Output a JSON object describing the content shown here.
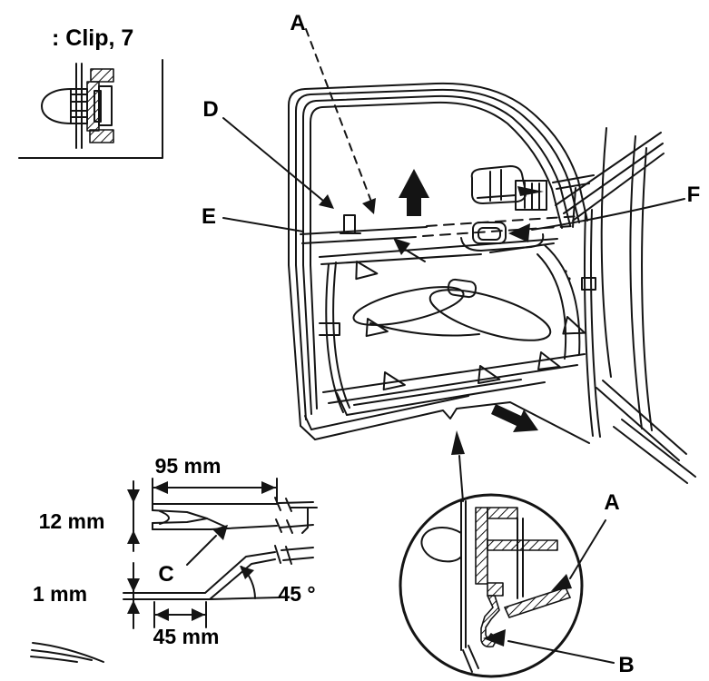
{
  "colors": {
    "background": "#ffffff",
    "line": "#141414",
    "text": "#000000"
  },
  "legend": {
    "icon": "clip-symbol-triangle-icon",
    "label": ": Clip, 7"
  },
  "door_view": {
    "callouts": {
      "a": "A",
      "d": "D",
      "e": "E",
      "f": "F"
    },
    "arrow_icons": [
      "arrow-up-icon",
      "arrow-down-right-icon",
      "arrow-up-left-icon"
    ],
    "clip_marker_icon": "clip-triangle-icon"
  },
  "detail_view": {
    "callouts": {
      "a": "A",
      "b": "B"
    },
    "arrow_icon": "arrow-up-icon"
  },
  "tool_view": {
    "callout_c": "C",
    "dimensions": {
      "top_width": "95 mm",
      "fork_height": "12 mm",
      "tip_thickness": "1 mm",
      "flat_length": "45 mm",
      "bend_angle": "45 °"
    }
  }
}
